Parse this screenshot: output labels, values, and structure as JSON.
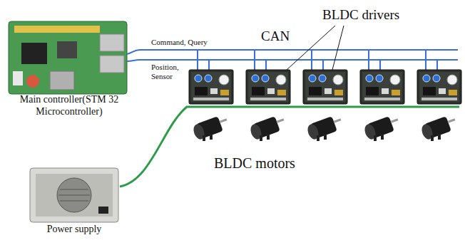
{
  "diagram": {
    "nodes": [
      {
        "text": [
          "Main controller(STM 32 Microcontroller)"
        ]
      },
      {
        "text": [
          "Power supply"
        ]
      }
    ],
    "labels": [
      "BLDC drivers",
      "CAN",
      "Command, Query",
      "Position, Sensor",
      "BLDC motors"
    ]
  }
}
